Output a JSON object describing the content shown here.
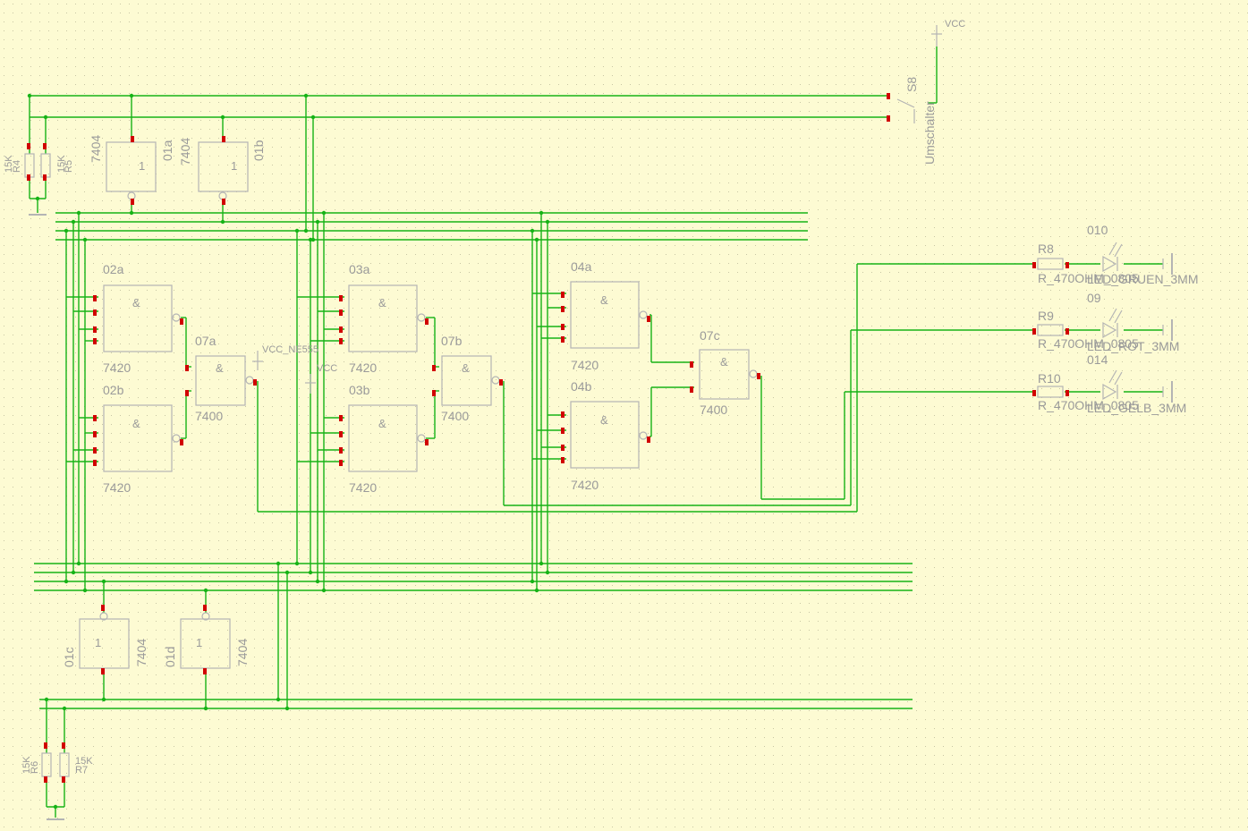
{
  "colors": {
    "background": "#fdfbd3",
    "grid": "#c8c6a4",
    "wire": "#16b316",
    "pin": "#d10000",
    "outline": "#b4b4b4",
    "text": "#9a9a9a"
  },
  "labels": {
    "vcc": "VCC",
    "switch_name": "S8",
    "switch_value": "Umschalter",
    "vcc_ne555": "VCC_NE555",
    "r4_name": "R4",
    "r5_name": "R5",
    "r6_name": "R6",
    "r7_name": "R7",
    "r_value": "15K",
    "u01a_name": "01a",
    "u01b_name": "01b",
    "u01c_name": "01c",
    "u01d_name": "01d",
    "u7404": "7404",
    "u02a_name": "02a",
    "u02b_name": "02b",
    "u03a_name": "03a",
    "u03b_name": "03b",
    "u04a_name": "04a",
    "u04b_name": "04b",
    "u7420": "7420",
    "u07a_name": "07a",
    "u07b_name": "07b",
    "u07c_name": "07c",
    "u7400": "7400",
    "r8_name": "R8",
    "r9_name": "R9",
    "r10_name": "R10",
    "r_470": "R_470OHM_0805",
    "led1_name": "010",
    "led2_name": "09",
    "led3_name": "014",
    "led1_value": "LED_GRUEN_3MM",
    "led2_value": "LED_ROT_3MM",
    "led3_value": "LED_GELB_3MM",
    "and_sym": "&",
    "not_sym": "1"
  }
}
